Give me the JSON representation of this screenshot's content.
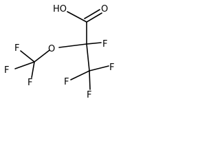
{
  "molecule": {
    "labels": {
      "hydroxyl": "HO",
      "carbonyl_oxygen": "O",
      "ether_oxygen": "O",
      "f_alpha": "F",
      "f_tl": "F",
      "f_left": "F",
      "f_bl": "F",
      "f_c3_left": "F",
      "f_c3_right": "F",
      "f_c3_bottom": "F"
    }
  }
}
